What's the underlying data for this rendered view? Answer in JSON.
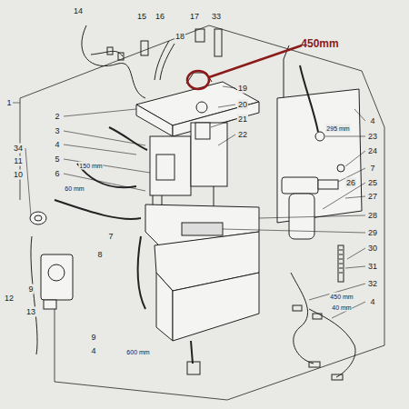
{
  "diagram": {
    "labels": [
      "450mm",
      "14",
      "15",
      "16",
      "17",
      "33",
      "18",
      "1",
      "2",
      "3",
      "4",
      "5",
      "6",
      "34",
      "11",
      "10",
      "19",
      "20",
      "21",
      "22",
      "4",
      "23",
      "24",
      "7",
      "26",
      "25",
      "27",
      "28",
      "29",
      "30",
      "31",
      "32",
      "4",
      "295 mm",
      "150 mm",
      "60 mm",
      "7",
      "8",
      "450 mm",
      "40 mm",
      "12",
      "9",
      "13",
      "9",
      "4",
      "600 mm"
    ]
  }
}
